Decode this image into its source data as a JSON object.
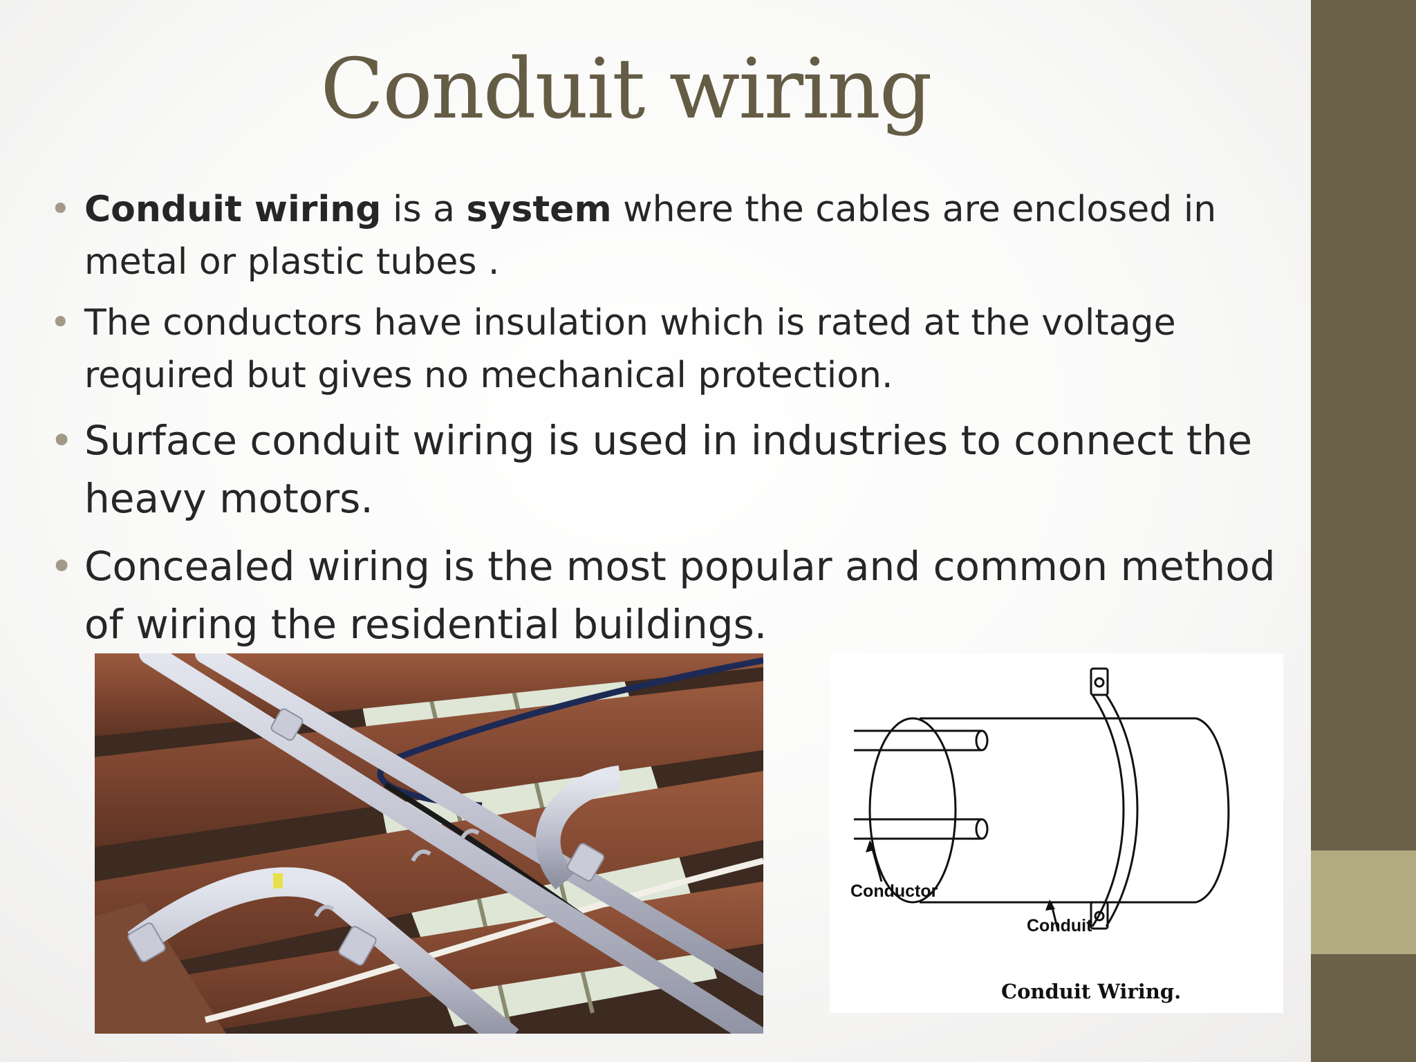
{
  "slide": {
    "title": "Conduit wiring",
    "bullets": [
      {
        "b1_bold": "Conduit wiring",
        "b1_mid": " is a ",
        "b1_bold2": "system",
        "b1_rest": " where the cables are enclosed in metal or plastic tubes ."
      },
      {
        "text": "The conductors have insulation which is rated at the voltage required but gives no mechanical protection."
      },
      {
        "text": "Surface conduit wiring is used in industries to  connect the heavy motors."
      },
      {
        "text": "Concealed wiring is the most popular and  common method of wiring the residential  buildings."
      }
    ]
  },
  "diagram": {
    "label_conductor": "Conductor",
    "label_conduit": "Conduit",
    "caption": "Conduit Wiring."
  },
  "colors": {
    "title": "#655c45",
    "sidebar": "#6b6149",
    "sidebar_accent": "#b2ab82",
    "bullet_dot": "#a29a86"
  }
}
